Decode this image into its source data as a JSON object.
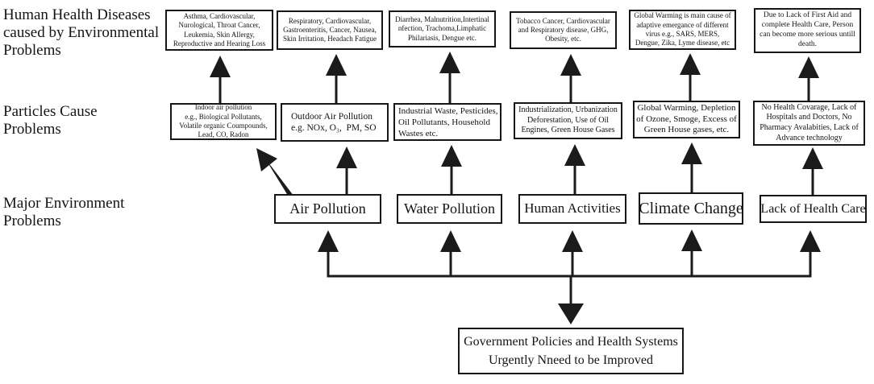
{
  "figure": {
    "background": "#ffffff",
    "line_color": "#1a1a1a",
    "box_border_color": "#161616",
    "text_color": "#141414"
  },
  "row_labels": {
    "diseases": "Human Health Diseases\ncaused by Environmental\nProblems",
    "particles": "Particles Cause\nProblems",
    "problems": "Major Environment\nProblems"
  },
  "disease_boxes": [
    "Asthma, Cardiovascular,\nNurological, Throat Cancer,\nLeukemia, Skin Allergy,\nReproductive and Hearing Loss",
    "Respiratory, Cardiovascular,\nGastroenteritis, Cancer, Nausea,\nSkin Irritation, Headach Fatigue",
    "Diarrhea, Malnutrition,Intertinal\nnfection, Trachoma,Limphatic\nPhilariasis, Dengue etc.",
    "Tobacco Cancer, Cardiovascular\nand Respiratory disease, GHG,\nObesity, etc.",
    "Global Warming is main cause of\nadaptive emergance of different\nvirus e.g., SARS, MERS,\nDengue, Zika, Lyme disease, etc",
    "Due to Lack of First Aid and\ncomplete Health Care, Person\ncan become more serious untill\ndeath."
  ],
  "cause_boxes": [
    "Indoor air pollution\ne.g., Biological Pollutants,\nVolatile organic Coumpounds,\nLead, CO, Radon",
    "Outdoor Air Pollution\ne.g. NOx, O₃,  PM, SO",
    "Industrial Waste, Pesticides,\nOil Pollutants, Household\nWastes etc.",
    "Industrialization, Urbanization\nDeforestation, Use of Oil\nEngines, Green House Gases",
    "Global Warming, Depletion\nof Ozone, Smoge, Excess of\nGreen House gases, etc.",
    "No Health Covarage, Lack of\nHospitals and Doctors, No\nPharmacy Avalabities, Lack of\nAdvance technology"
  ],
  "problem_boxes": [
    "Air Pollution",
    "Water Pollution",
    "Human Activities",
    "Climate Change",
    "Lack of Health Care"
  ],
  "conclusion": "Government Policies and Health Systems\nUrgently Nneed to be Improved"
}
